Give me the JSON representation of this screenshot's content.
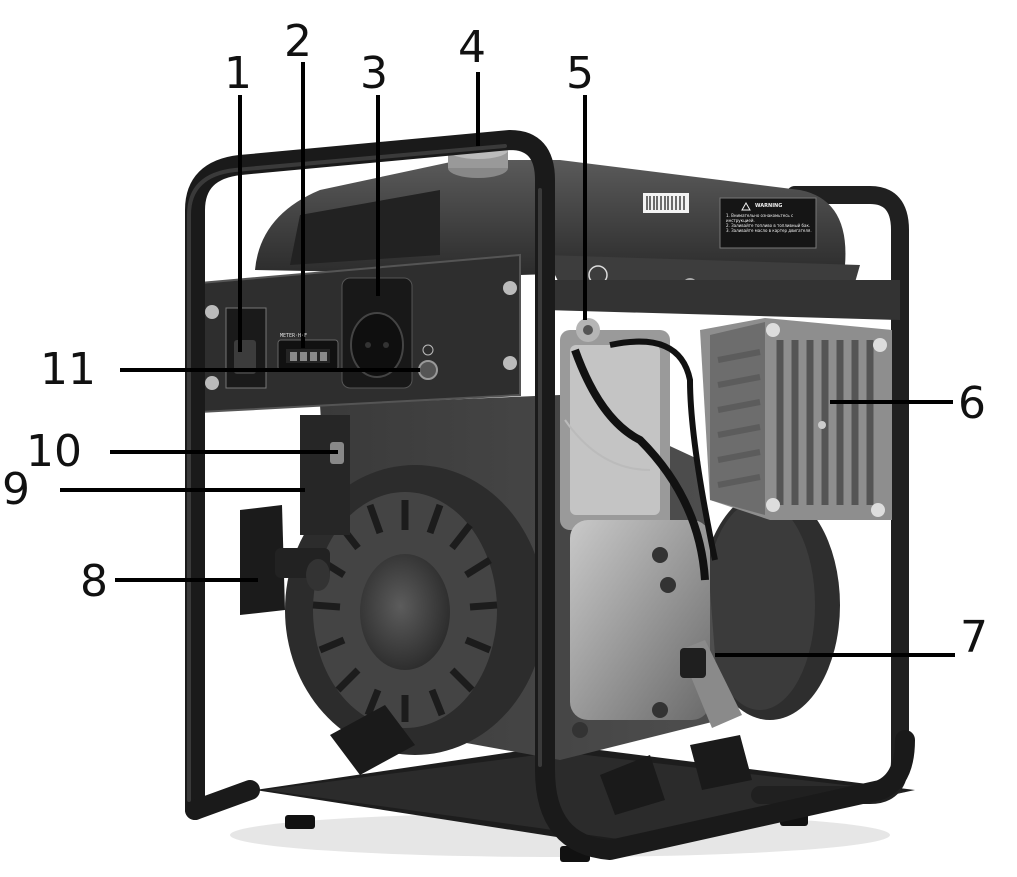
{
  "figure": {
    "callouts": [
      {
        "id": 1,
        "label": "1"
      },
      {
        "id": 2,
        "label": "2"
      },
      {
        "id": 3,
        "label": "3"
      },
      {
        "id": 4,
        "label": "4"
      },
      {
        "id": 5,
        "label": "5"
      },
      {
        "id": 6,
        "label": "6"
      },
      {
        "id": 7,
        "label": "7"
      },
      {
        "id": 8,
        "label": "8"
      },
      {
        "id": 9,
        "label": "9"
      },
      {
        "id": 10,
        "label": "10"
      },
      {
        "id": 11,
        "label": "11"
      }
    ],
    "warning_sticker": {
      "title": "WARNING",
      "lines": [
        "1. Внимательно ознакомьтесь с инструкцией.",
        "2. Заливайте топливо в топливный бак.",
        "3. Заливайте масло в картер двигателя."
      ]
    },
    "meter_label": "METER·H·F"
  }
}
